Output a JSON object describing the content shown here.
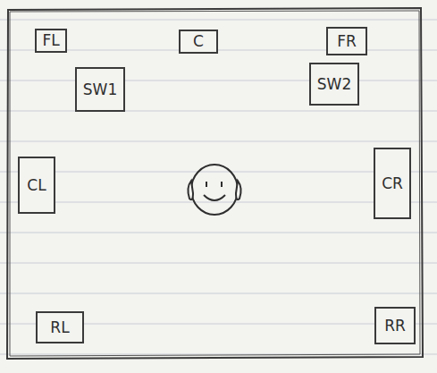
{
  "diagram": {
    "nodes": [
      {
        "text": [
          "FL"
        ]
      },
      {
        "text": [
          "C"
        ]
      },
      {
        "text": [
          "FR"
        ]
      },
      {
        "text": [
          "SW1"
        ]
      },
      {
        "text": [
          "SW2"
        ]
      },
      {
        "text": [
          "CL"
        ]
      },
      {
        "text": [
          "CR"
        ]
      },
      {
        "text": [
          "RL"
        ]
      },
      {
        "text": [
          "RR"
        ]
      }
    ]
  }
}
